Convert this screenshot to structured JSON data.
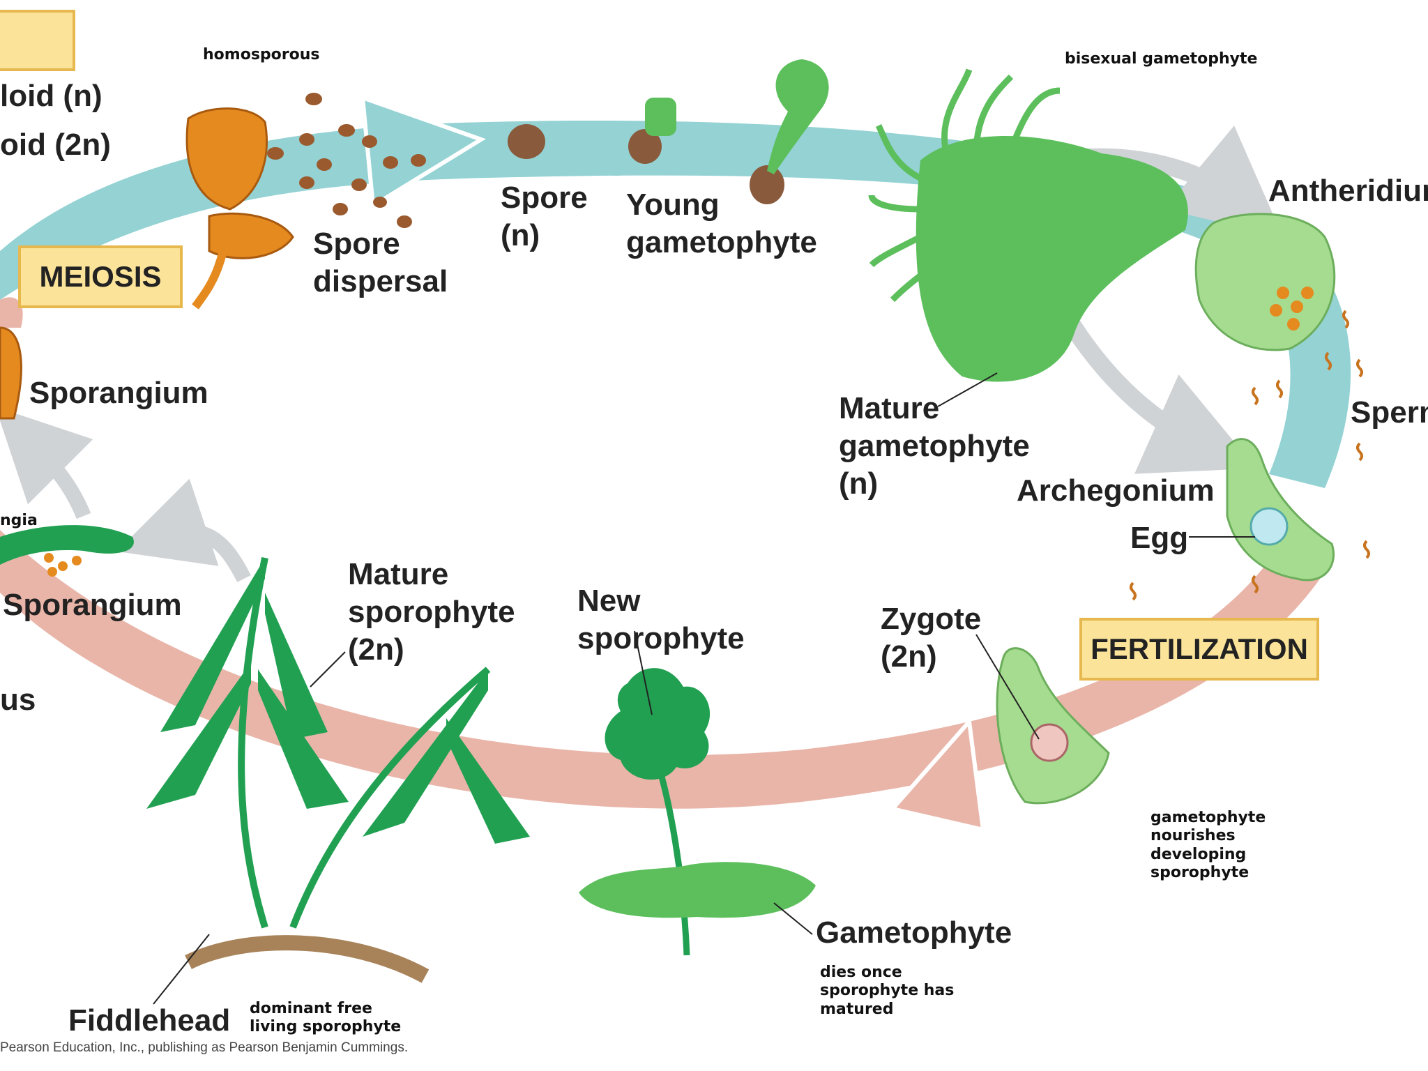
{
  "legend": {
    "haploid": "loid (n)",
    "diploid": "oid (2n)"
  },
  "labels": {
    "homosporous": "homosporous",
    "bisexual_gametophyte": "bisexual gametophyte",
    "spore_dispersal_1": "Spore",
    "spore_dispersal_2": "dispersal",
    "spore_1": "Spore",
    "spore_2": "(n)",
    "young_gametophyte_1": "Young",
    "young_gametophyte_2": "gametophyte",
    "antheridium": "Antheridium",
    "sperm": "Sperm",
    "mature_gametophyte_1": "Mature",
    "mature_gametophyte_2": "gametophyte",
    "mature_gametophyte_3": "(n)",
    "archegonium": "Archegonium",
    "egg": "Egg",
    "sporangium_top": "Sporangium",
    "sporangia_partial": "ngia",
    "sporangium_lower": "Sporangium",
    "sorus_partial": "us",
    "mature_sporophyte_1": "Mature",
    "mature_sporophyte_2": "sporophyte",
    "mature_sporophyte_3": "(2n)",
    "new_sporophyte_1": "New",
    "new_sporophyte_2": "sporophyte",
    "zygote_1": "Zygote",
    "zygote_2": "(2n)",
    "gametophyte": "Gametophyte",
    "fiddlehead": "Fiddlehead"
  },
  "boxes": {
    "meiosis": "MEIOSIS",
    "fertilization": "FERTILIZATION"
  },
  "notes": {
    "nourishes": "gametophyte nourishes developing sporophyte",
    "dies": "dies once sporophyte has matured",
    "dominant": "dominant free living sporophyte"
  },
  "credit": "Pearson Education, Inc., publishing as Pearson Benjamin Cummings.",
  "colors": {
    "haploid_arrow": "#94d2d4",
    "diploid_arrow": "#e9b5a9",
    "box_fill": "#fbe49a",
    "gametophyte_green": "#5cbf5c",
    "fern_green": "#21a052",
    "sporangium_orange": "#e58a1f"
  }
}
